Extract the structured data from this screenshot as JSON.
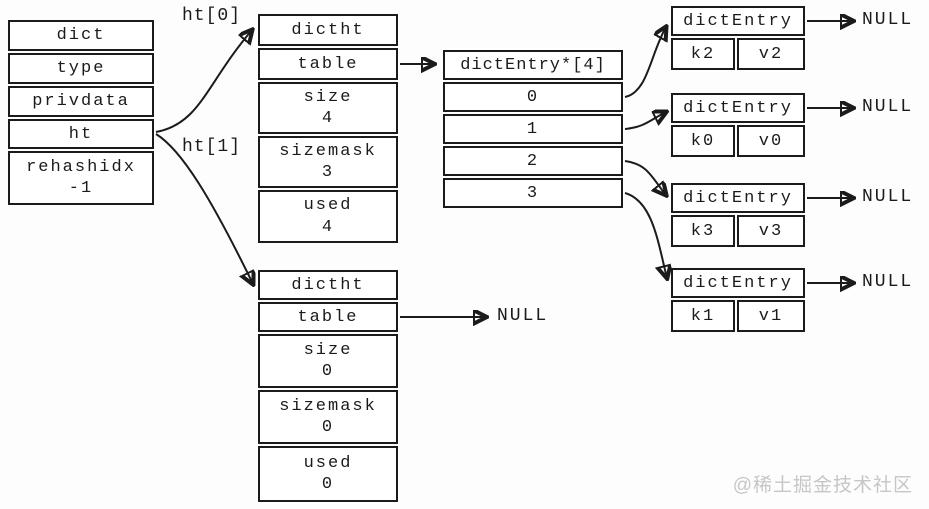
{
  "labels": {
    "ht0": "ht[0]",
    "ht1": "ht[1]"
  },
  "dict_box": {
    "title": "dict",
    "rows": [
      {
        "label": "type"
      },
      {
        "label": "privdata"
      },
      {
        "label": "ht"
      },
      {
        "label": "rehashidx",
        "value": "-1"
      }
    ]
  },
  "dictht0": {
    "title": "dictht",
    "rows": [
      {
        "label": "table"
      },
      {
        "label": "size",
        "value": "4"
      },
      {
        "label": "sizemask",
        "value": "3"
      },
      {
        "label": "used",
        "value": "4"
      }
    ]
  },
  "dictht1": {
    "title": "dictht",
    "rows": [
      {
        "label": "table"
      },
      {
        "label": "size",
        "value": "0"
      },
      {
        "label": "sizemask",
        "value": "0"
      },
      {
        "label": "used",
        "value": "0"
      }
    ],
    "table_points_to": "NULL"
  },
  "bucket_array": {
    "title": "dictEntry*[4]",
    "slots": [
      "0",
      "1",
      "2",
      "3"
    ]
  },
  "entries": [
    {
      "title": "dictEntry",
      "key": "k2",
      "value": "v2",
      "next": "NULL"
    },
    {
      "title": "dictEntry",
      "key": "k0",
      "value": "v0",
      "next": "NULL"
    },
    {
      "title": "dictEntry",
      "key": "k3",
      "value": "v3",
      "next": "NULL"
    },
    {
      "title": "dictEntry",
      "key": "k1",
      "value": "v1",
      "next": "NULL"
    }
  ],
  "watermark": "@稀土掘金技术社区",
  "colors": {
    "line": "#1b1b1b",
    "watermark": "#c6c6c6",
    "background": "#ffffff"
  }
}
